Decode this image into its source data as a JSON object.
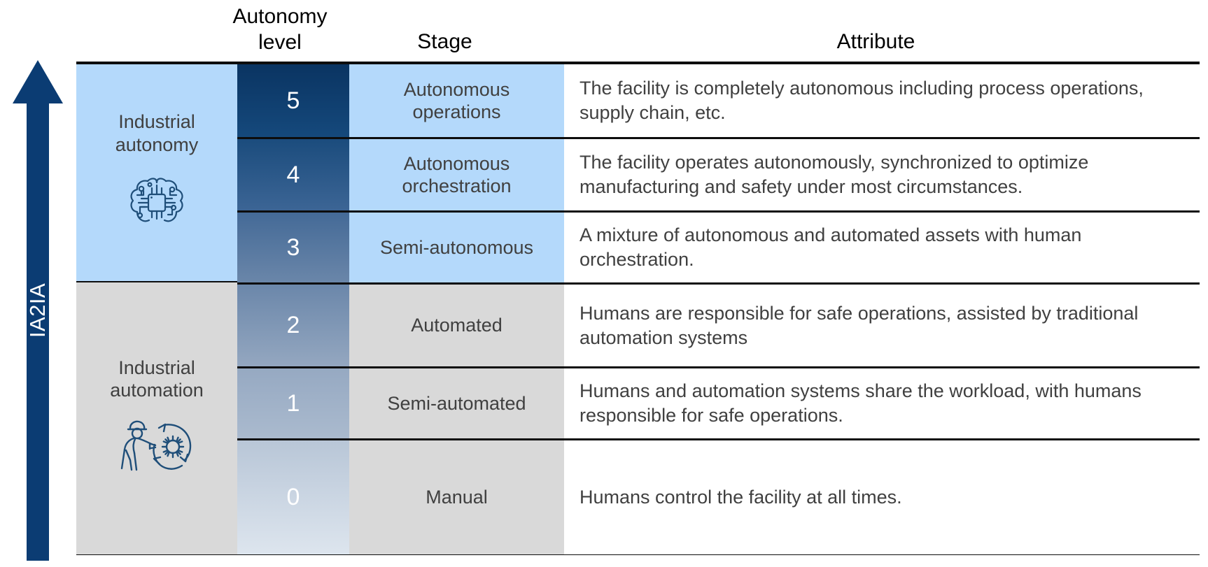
{
  "axis": {
    "label": "IA2IA",
    "icon": "up-arrow-icon",
    "color": "#0b3c73"
  },
  "headers": {
    "autonomy_level": "Autonomy\nlevel",
    "autonomy_level_line1": "Autonomy",
    "autonomy_level_line2": "level",
    "stage": "Stage",
    "attribute": "Attribute"
  },
  "bands": [
    {
      "label_line1": "Industrial",
      "label_line2": "autonomy",
      "icon": "ai-brain-circuit-icon",
      "background": "#b4d9fb"
    },
    {
      "label_line1": "Industrial",
      "label_line2": "automation",
      "icon": "worker-gear-cycle-icon",
      "background": "#d9d9d9"
    }
  ],
  "rows": [
    {
      "level": "5",
      "stage": "Autonomous\noperations",
      "stage_line1": "Autonomous",
      "stage_line2": "operations",
      "attribute": "The facility is completely autonomous including process operations, supply chain, etc.",
      "level_color": "#0b3864",
      "stage_bg": "#b4d9fb"
    },
    {
      "level": "4",
      "stage": "Autonomous\norchestration",
      "stage_line1": "Autonomous",
      "stage_line2": "orchestration",
      "attribute": "The facility operates autonomously, synchronized to optimize manufacturing and safety under most circumstances.",
      "level_color": "#2d5584",
      "stage_bg": "#b4d9fb"
    },
    {
      "level": "3",
      "stage": "Semi-autonomous",
      "stage_line1": "Semi-autonomous",
      "stage_line2": "",
      "attribute": "A mixture of autonomous and automated assets with human orchestration.",
      "level_color": "#4f729c",
      "stage_bg": "#b4d9fb"
    },
    {
      "level": "2",
      "stage": "Automated",
      "stage_line1": "Automated",
      "stage_line2": "",
      "attribute": "Humans are responsible for safe operations, assisted by traditional automation systems",
      "level_color": "#7990b0",
      "stage_bg": "#d9d9d9"
    },
    {
      "level": "1",
      "stage": "Semi-automated",
      "stage_line1": "Semi-automated",
      "stage_line2": "",
      "attribute": "Humans and automation systems share the workload, with humans responsible for safe operations.",
      "level_color": "#a3b3c9",
      "stage_bg": "#d9d9d9"
    },
    {
      "level": "0",
      "stage": "Manual",
      "stage_line1": "Manual",
      "stage_line2": "",
      "attribute": "Humans control the facility at all times.",
      "level_color": "#cfdbe8",
      "stage_bg": "#d9d9d9"
    }
  ],
  "palette": {
    "blue_band": "#b4d9fb",
    "gray_band": "#d9d9d9",
    "navy": "#0b3c73",
    "text": "#404040",
    "rule": "#0d0d0d"
  }
}
